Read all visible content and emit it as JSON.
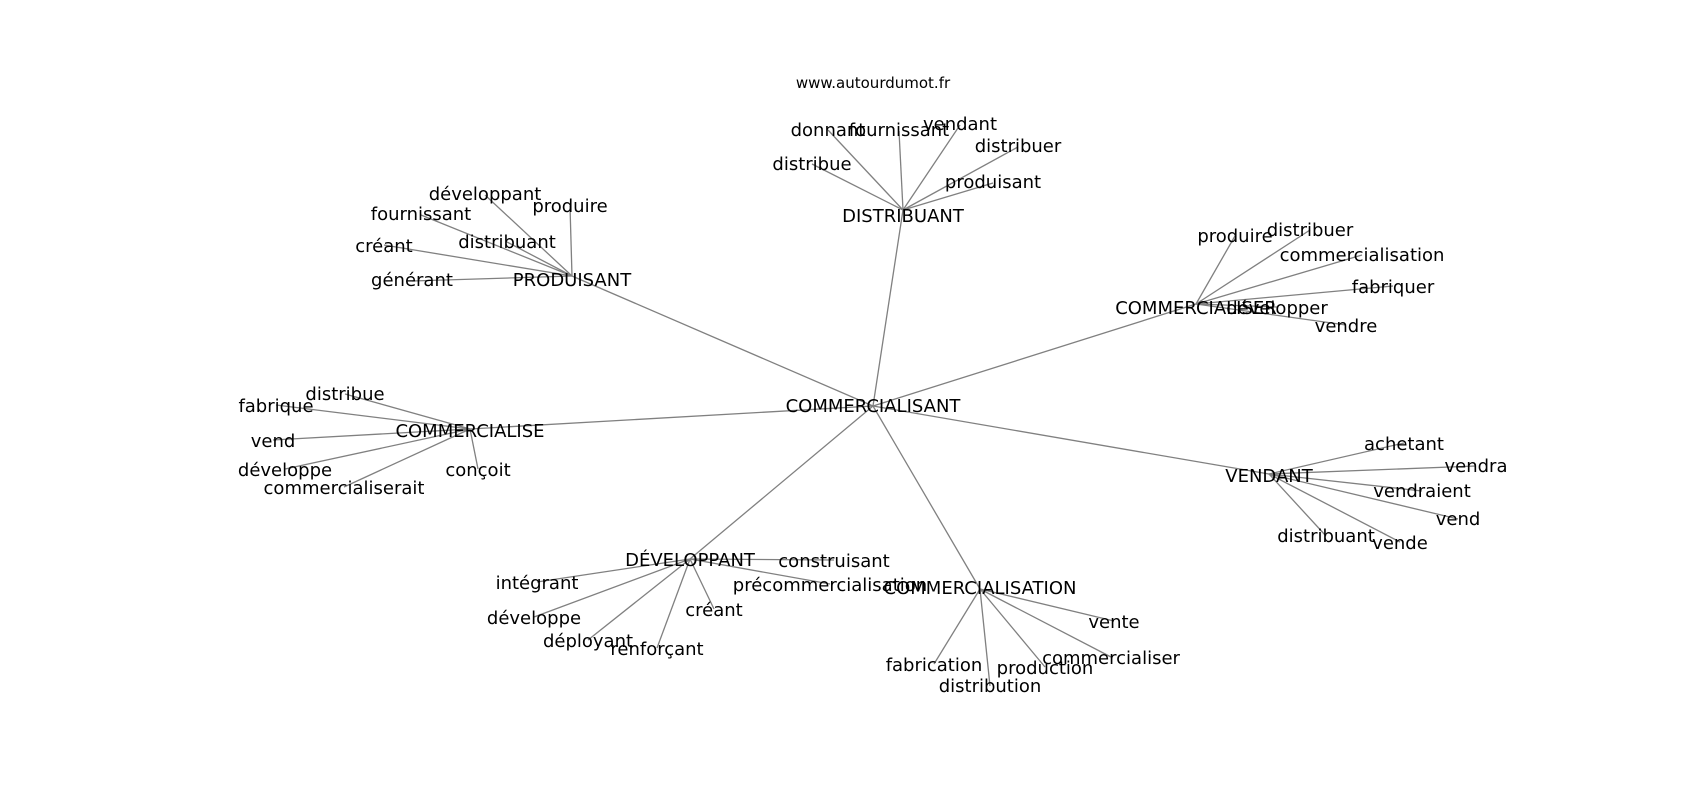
{
  "source": "www.autourdumot.fr",
  "colors": {
    "edge": "#808080",
    "text": "#000000",
    "background": "#ffffff"
  },
  "center": "COMMERCIALISANT",
  "hubs": [
    {
      "id": "distribuant_hub",
      "label": "DISTRIBUANT",
      "words": [
        "donnant",
        "fournissant",
        "vendant",
        "distribuer",
        "distribue",
        "produisant"
      ]
    },
    {
      "id": "produisant_hub",
      "label": "PRODUISANT",
      "words": [
        "développant",
        "fournissant",
        "produire",
        "créant",
        "distribuant",
        "générant"
      ]
    },
    {
      "id": "commercialiser_hub",
      "label": "COMMERCIALISER",
      "words": [
        "produire",
        "distribuer",
        "commercialisation",
        "fabriquer",
        "développer",
        "vendre"
      ]
    },
    {
      "id": "commercialise_hub",
      "label": "COMMERCIALISE",
      "words": [
        "distribue",
        "fabrique",
        "vend",
        "développe",
        "commercialiserait",
        "conçoit"
      ]
    },
    {
      "id": "vendant_hub",
      "label": "VENDANT",
      "words": [
        "achetant",
        "vendra",
        "vendraient",
        "vend",
        "distribuant",
        "vende"
      ]
    },
    {
      "id": "developpant_hub",
      "label": "DÉVELOPPANT",
      "words": [
        "construisant",
        "intégrant",
        "précommercialisation",
        "développe",
        "créant",
        "déployant",
        "renforçant"
      ]
    },
    {
      "id": "commercialisation_hub",
      "label": "COMMERCIALISATION",
      "words": [
        "vente",
        "commercialiser",
        "fabrication",
        "production",
        "distribution"
      ]
    }
  ]
}
